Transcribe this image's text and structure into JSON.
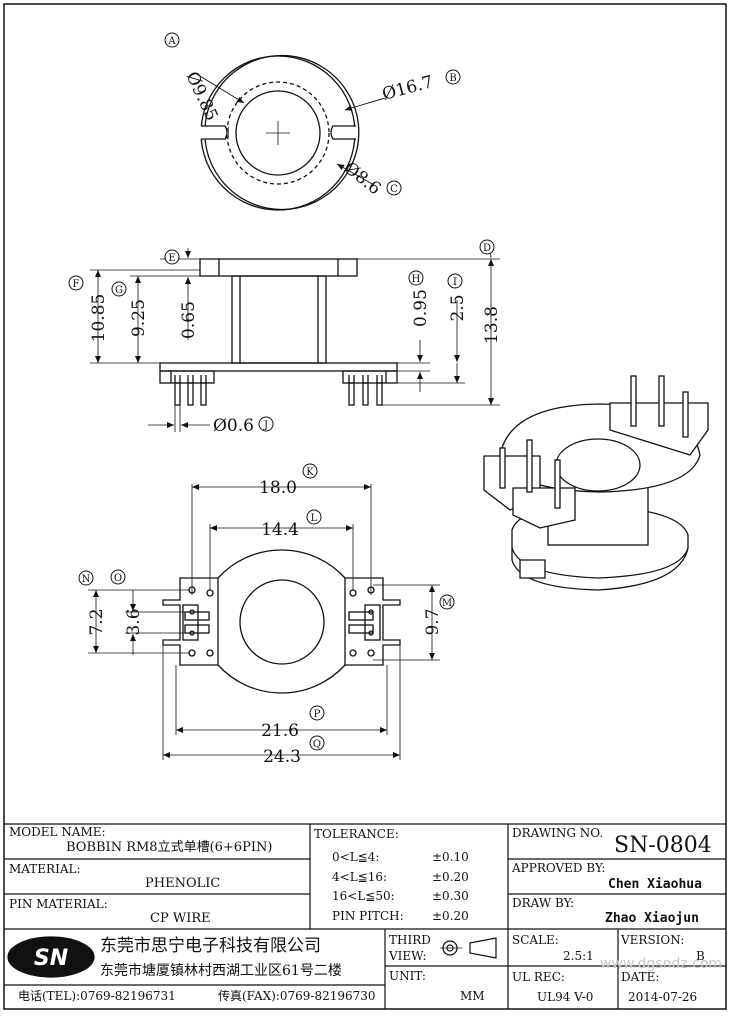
{
  "drawing": {
    "labels": {
      "A": "A",
      "B": "B",
      "C": "C",
      "D": "D",
      "E": "E",
      "F": "F",
      "G": "G",
      "H": "H",
      "I": "I",
      "J": "J",
      "K": "K",
      "L": "L",
      "M": "M",
      "N": "N",
      "O": "O",
      "P": "P",
      "Q": "Q"
    },
    "dims": {
      "A": "Ø9.85",
      "B": "Ø16.7",
      "C": "Ø8.6",
      "D": "13.8",
      "E": "0.65",
      "F": "10.85",
      "G": "9.25",
      "H": "0.95",
      "I": "2.5",
      "J": "Ø0.6",
      "K": "18.0",
      "L": "14.4",
      "M": "9.7",
      "N": "7.2",
      "O": "3.6",
      "P": "21.6",
      "Q": "24.3"
    }
  },
  "title_block": {
    "model_name_label": "MODEL NAME:",
    "model_name": "BOBBIN RM8立式单槽(6+6PIN)",
    "material_label": "MATERIAL:",
    "material": "PHENOLIC",
    "pin_material_label": "PIN MATERIAL:",
    "pin_material": "CP WIRE",
    "tolerance_label": "TOLERANCE:",
    "tolerances": [
      {
        "range": "0<L≦4:",
        "value": "±0.10"
      },
      {
        "range": "4<L≦16:",
        "value": "±0.20"
      },
      {
        "range": "16<L≦50:",
        "value": "±0.30"
      },
      {
        "range": "PIN PITCH:",
        "value": "±0.20"
      }
    ],
    "drawing_no_label": "DRAWING NO.",
    "drawing_no": "SN-0804",
    "approved_by_label": "APPROVED BY:",
    "approved_by": "Chen Xiaohua",
    "draw_by_label": "DRAW BY:",
    "draw_by": "Zhao Xiaojun",
    "logo_text": "SN",
    "company_name": "东莞市思宁电子科技有限公司",
    "company_address": "东莞市塘厦镇林村西湖工业区61号二楼",
    "tel": "电话(TEL):0769-82196731",
    "fax": "传真(FAX):0769-82196730",
    "third_view_label_1": "THIRD",
    "third_view_label_2": "VIEW:",
    "unit_label": "UNIT:",
    "unit": "MM",
    "scale_label": "SCALE:",
    "scale": "2.5:1",
    "version_label": "VERSION:",
    "version": "B",
    "ul_rec_label": "UL REC:",
    "ul_rec": "UL94 V-0",
    "date_label": "DATE:",
    "date": "2014-07-26",
    "watermark": "www.dgsndz.com"
  }
}
